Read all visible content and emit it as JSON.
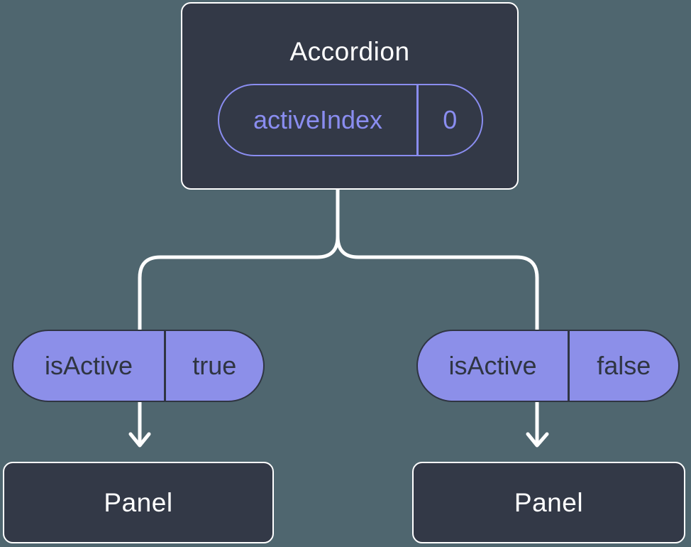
{
  "colors": {
    "background": "#4f666f",
    "node-fill": "#333947",
    "node-border": "#ffffff",
    "accent-purple": "#8a8df0",
    "pill-fill": "#8c8fe9",
    "pill-dark": "#2f3542",
    "connector": "#ffffff",
    "title-text": "#ffffff"
  },
  "diagram": {
    "root": {
      "title": "Accordion",
      "prop": {
        "name": "activeIndex",
        "value": "0"
      }
    },
    "branches": [
      {
        "prop": {
          "name": "isActive",
          "value": "true"
        },
        "child": {
          "title": "Panel"
        }
      },
      {
        "prop": {
          "name": "isActive",
          "value": "false"
        },
        "child": {
          "title": "Panel"
        }
      }
    ]
  }
}
